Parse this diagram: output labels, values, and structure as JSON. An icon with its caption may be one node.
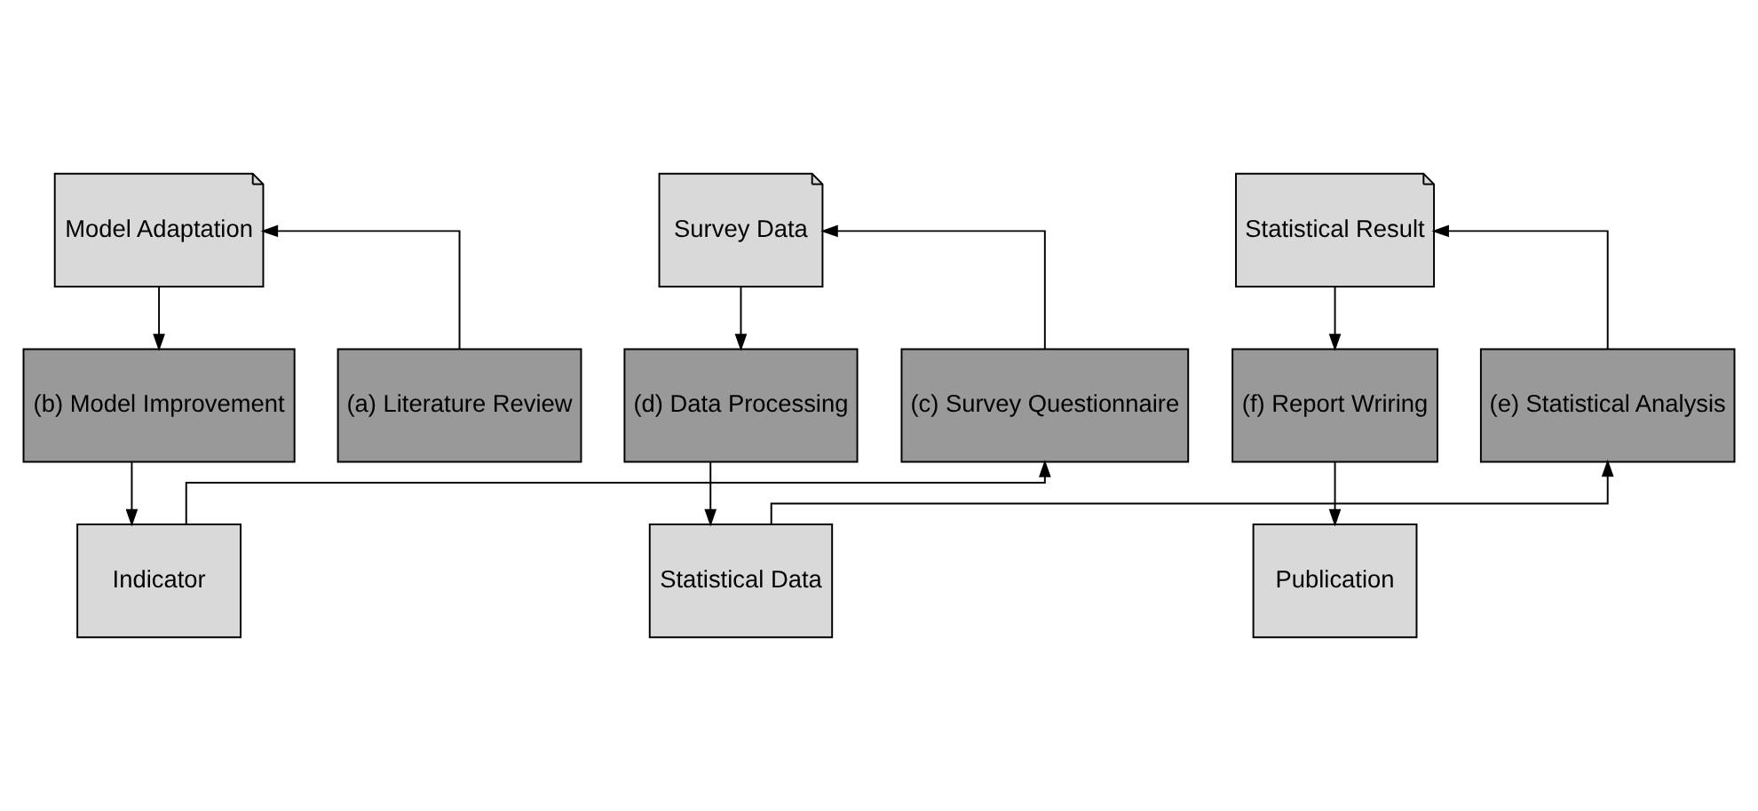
{
  "diagram": {
    "nodes": [
      {
        "text": [
          "Model Adaptation"
        ]
      },
      {
        "text": [
          "(a) Literature Review"
        ]
      },
      {
        "text": [
          "(b) Model Improvement"
        ]
      },
      {
        "text": [
          "Indicator"
        ]
      },
      {
        "text": [
          "Survey Data"
        ]
      },
      {
        "text": [
          "(c) Survey Questionnaire"
        ]
      },
      {
        "text": [
          "(d) Data Processing"
        ]
      },
      {
        "text": [
          "Statistical Data"
        ]
      },
      {
        "text": [
          "Statistical Result"
        ]
      },
      {
        "text": [
          "(e) Statistical Analysis"
        ]
      },
      {
        "text": [
          "(f) Report Wriring"
        ]
      },
      {
        "text": [
          "Publication"
        ]
      }
    ],
    "edges": [
      {
        "from": 1,
        "to": 0,
        "arrow": "to"
      },
      {
        "from": 0,
        "to": 2,
        "arrow": "to"
      },
      {
        "from": 2,
        "to": 3,
        "arrow": "to"
      },
      {
        "from": 3,
        "to": 5,
        "arrow": "to"
      },
      {
        "from": 5,
        "to": 4,
        "arrow": "to"
      },
      {
        "from": 4,
        "to": 6,
        "arrow": "to"
      },
      {
        "from": 6,
        "to": 7,
        "arrow": "to"
      },
      {
        "from": 7,
        "to": 9,
        "arrow": "to"
      },
      {
        "from": 9,
        "to": 8,
        "arrow": "to"
      },
      {
        "from": 8,
        "to": 10,
        "arrow": "to"
      },
      {
        "from": 10,
        "to": 11,
        "arrow": "to"
      }
    ]
  }
}
